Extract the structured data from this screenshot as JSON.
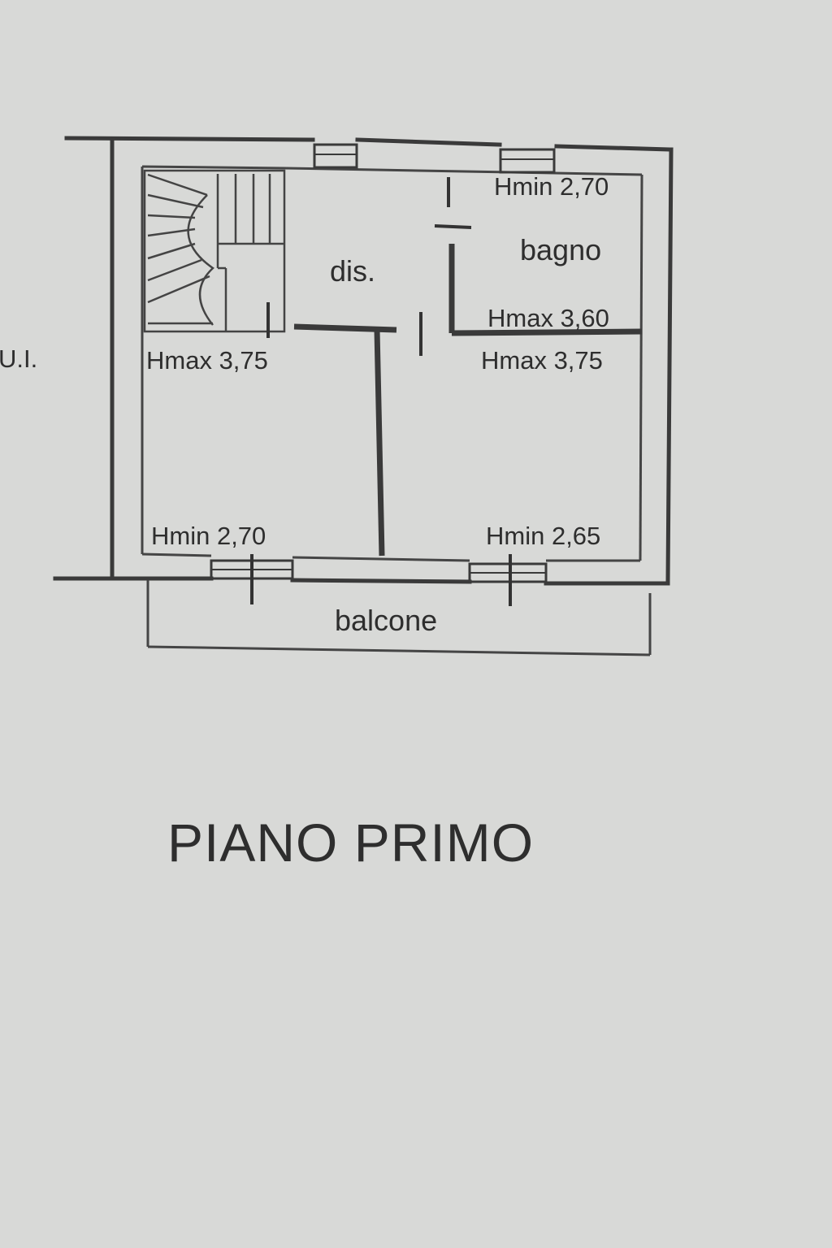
{
  "plan": {
    "title": "PIANO PRIMO",
    "side_fragment": "U.I.",
    "rooms": {
      "dis": "dis.",
      "bagno": "bagno",
      "balcone": "balcone"
    },
    "heights": {
      "bagno_min": "Hmin 2,70",
      "bagno_max": "Hmax 3,60",
      "left_max": "Hmax 3,75",
      "right_max": "Hmax 3,75",
      "left_min": "Hmin 2,70",
      "right_min": "Hmin 2,65"
    }
  }
}
